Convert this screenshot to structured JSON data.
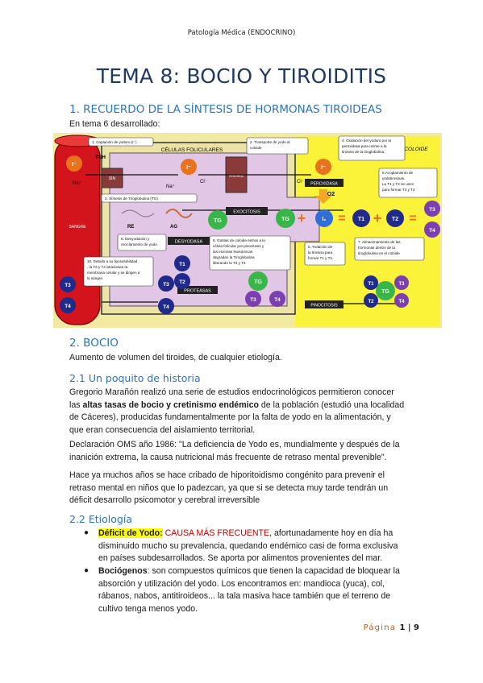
{
  "header": "Patología Médica (ENDOCRINO)",
  "title": "TEMA 8: BOCIO Y TIROIDITIS",
  "s1": {
    "heading": "1. RECUERDO DE LA SÍNTESIS DE HORMONAS TIROIDEAS",
    "intro": "En tema 6 desarrollado:"
  },
  "figure": {
    "celulas": "CÉLULAS FOLICULARES",
    "coloide": "COLOIDE",
    "sangre": "SANGRE",
    "tsh": "TSH",
    "sin": "SIN",
    "pendrina": "PENDRINA",
    "na": "Na⁺",
    "na2": "Na⁺",
    "cl": "Cl⁻",
    "cl2": "Cl⁻",
    "iodide": "I⁻",
    "re": "RE",
    "ag": "AG",
    "exocitosis": "EXOCITOSIS",
    "desyodasa": "DESYODASA",
    "proteasas": "PROTEASAS",
    "peroxidasa": "PEROXIDASA",
    "h2o2": "H2O2",
    "pinocitosis": "PINOCITOSIS",
    "tg": "TG",
    "t1": "T1",
    "t2": "T2",
    "t3": "T3",
    "t4": "T4",
    "i2": "I₂",
    "box1": "1. Captación de yoduro (I⁻)",
    "box2": [
      "2. Transporte de yodo al",
      "coloide"
    ],
    "box3": "3. Síntesis de Tiroglobulina (TG)",
    "box4": [
      "4. Oxidación del yoduro por la",
      "peroxidasa para unirse a la",
      "tirosina de la tiroglobulina."
    ],
    "box5": [
      "5. Yodación de",
      "la tirosina para",
      "formar T1 y T2."
    ],
    "box6": [
      "6.Acoplamiento de",
      "yodotirosinas.",
      "La T1 y T2 se unen",
      "para formar T3 y T4"
    ],
    "box7": [
      "7. Almacenamiento de las",
      "hormonas dentro de la",
      "tiroglobulina en el coloide"
    ],
    "box8": [
      "8. Gotitas de coloide entran a la",
      "célula folicular por pinocitosis y",
      "las enzimas lisosómicas",
      "degradan la Tiroglobulina",
      "liberando la T3 y T4."
    ],
    "box9": [
      "9. Desyodación y",
      "reciclamiento de yodo"
    ],
    "box10": [
      "10. Debido a su liposolubilidad",
      ", la T3 y T4 atraviesan la",
      "membrana celular y se dirigen a",
      "la sangre."
    ]
  },
  "s2": {
    "heading": "2. BOCIO",
    "intro": "Aumento de volumen del tiroides, de cualquier etiología.",
    "s21": {
      "heading": "2.1 Un poquito de historia",
      "p1": [
        "Gregorio Marañón realizó una serie de estudios endocrinológicos permitieron conocer",
        "las ",
        "altas tasas de bocio y cretinismo endémico",
        " de la población (estudió una localidad",
        "de Cáceres), producidas fundamentalmente por la falta de yodo en la alimentación, y",
        "que eran consecuencia del aislamiento territorial."
      ],
      "p2": [
        "Declaración OMS año 1986: \"La deficiencia de Yodo es, mundialmente y después de la",
        "inanición extrema, la causa nutricional más frecuente de retraso mental prevenible\"."
      ],
      "p3": [
        "Hace ya muchos años se hace cribado de hiporitoidismo congénito para prevenir el",
        "retraso mental en niños que lo padezcan, ya que si se detecta muy tarde tendrán un",
        "déficit desarrollo psicomotor y cerebral irreversible"
      ]
    },
    "s22": {
      "heading": "2.2 Etiología",
      "b1_term": "Déficit de Yodo:",
      "b1_red": " CAUSA MÁS FRECUENTE",
      "b1_lines": [
        ", afortunadamente hoy en día ha",
        "disminuido mucho su prevalencia, quedando endémico casi de forma exclusiva",
        "en países subdesarrollados. Se aporta por alimentos provenientes del mar."
      ],
      "b2_term": "Bociógenos",
      "b2_lines": [
        ": son compuestos químicos que tienen la capacidad de bloquear la",
        "absorción y utilización del yodo. Los encontramos en: mandioca (yuca), col,",
        "rábanos, nabos, antitiroideos... la tala masiva hace también que el terreno de",
        "cultivo tenga menos yodo."
      ]
    }
  },
  "footer": {
    "label": "Página",
    "num": "1 | 9"
  }
}
